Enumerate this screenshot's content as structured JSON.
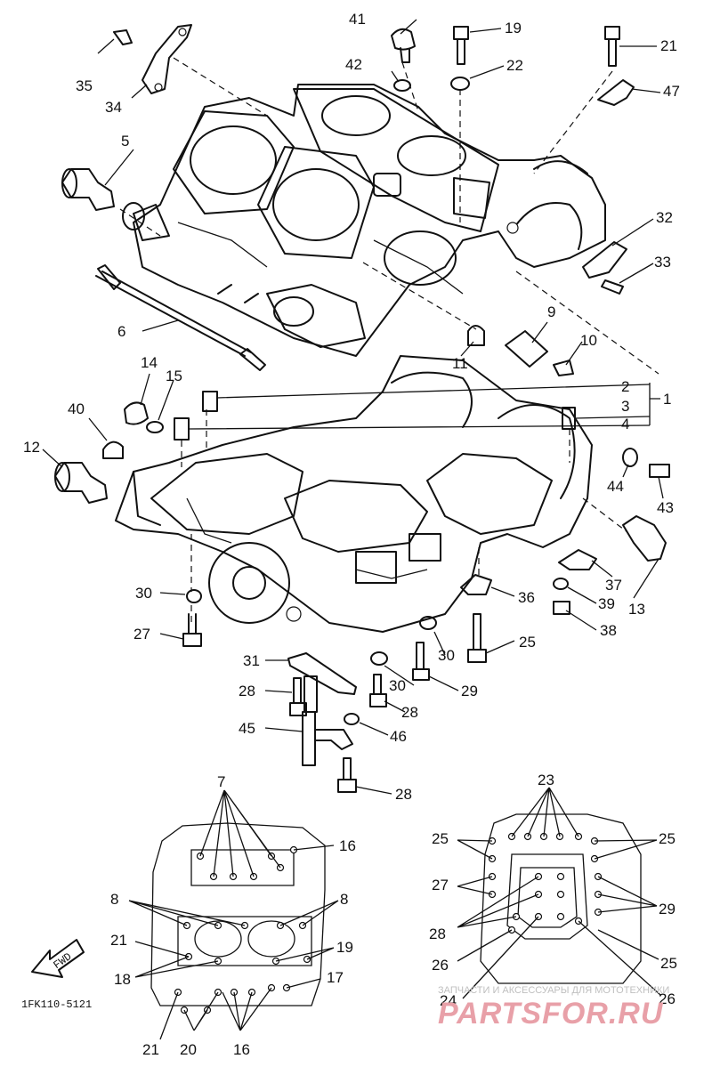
{
  "diagram_code": "1FK110-5121",
  "watermark": {
    "caption": "ЗАПЧАСТИ И АКСЕССУАРЫ ДЛЯ МОТОТЕХНИКИ",
    "brand": "PARTSFOR.RU"
  },
  "fwd_label": "FWD",
  "callouts": {
    "c41": "41",
    "c19": "19",
    "c21": "21",
    "c35": "35",
    "c34": "34",
    "c42": "42",
    "c22": "22",
    "c47": "47",
    "c5": "5",
    "c32": "32",
    "c33": "33",
    "c6": "6",
    "c9": "9",
    "c10": "10",
    "c11": "11",
    "c14": "14",
    "c15": "15",
    "c2": "2",
    "c1": "1",
    "c3": "3",
    "c40": "40",
    "c4": "4",
    "c12": "12",
    "c44": "44",
    "c43": "43",
    "c37": "37",
    "c13": "13",
    "c30a": "30",
    "c36": "36",
    "c39": "39",
    "c38": "38",
    "c27": "27",
    "c25": "25",
    "c30b": "30",
    "c31": "31",
    "c30c": "30",
    "c29": "29",
    "c28a": "28",
    "c28b": "28",
    "c45": "45",
    "c46": "46",
    "c28c": "28"
  },
  "left_inset": {
    "c7": "7",
    "c16a": "16",
    "c8a": "8",
    "c8b": "8",
    "c21a": "21",
    "c19": "19",
    "c18": "18",
    "c17": "17",
    "c21b": "21",
    "c20": "20",
    "c16b": "16"
  },
  "right_inset": {
    "c23": "23",
    "c25a": "25",
    "c25b": "25",
    "c27": "27",
    "c29": "29",
    "c28": "28",
    "c26a": "26",
    "c25c": "25",
    "c24": "24",
    "c26b": "26"
  }
}
